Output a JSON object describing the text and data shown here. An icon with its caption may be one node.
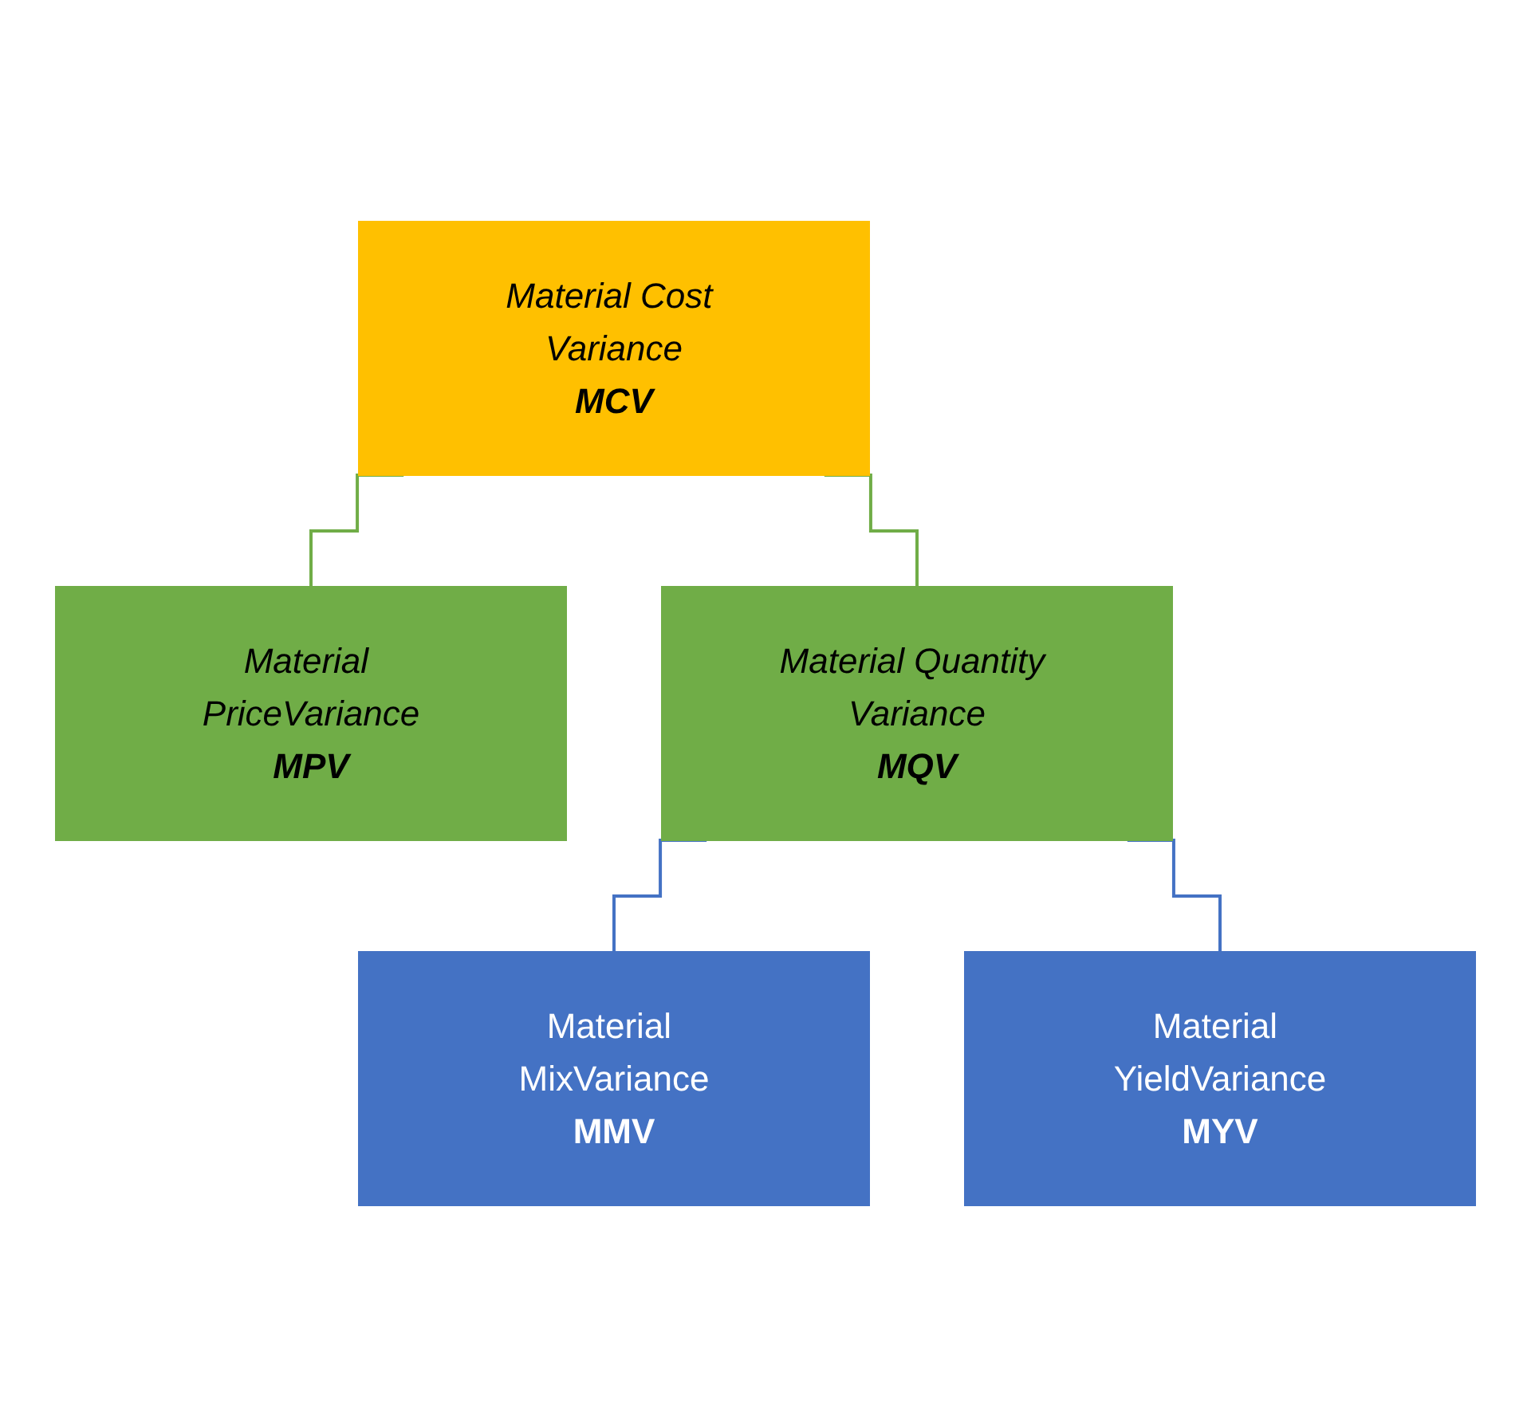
{
  "diagram": {
    "nodes": [
      {
        "text": [
          "Material Cost Variance",
          "MCV"
        ]
      },
      {
        "text": [
          "Material PriceVariance",
          "MPV"
        ]
      },
      {
        "text": [
          "Material Quantity Variance",
          "MQV"
        ]
      },
      {
        "text": [
          "Material MixVariance",
          "MMV"
        ]
      },
      {
        "text": [
          "Material YieldVariance",
          "MYV"
        ]
      }
    ],
    "edges": [
      {
        "from": 0,
        "to": 1,
        "arrow": "none",
        "color": "#70ad47"
      },
      {
        "from": 0,
        "to": 2,
        "arrow": "none",
        "color": "#70ad47"
      },
      {
        "from": 2,
        "to": 3,
        "arrow": "none",
        "color": "#4472c4"
      },
      {
        "from": 2,
        "to": 4,
        "arrow": "none",
        "color": "#4472c4"
      }
    ]
  }
}
